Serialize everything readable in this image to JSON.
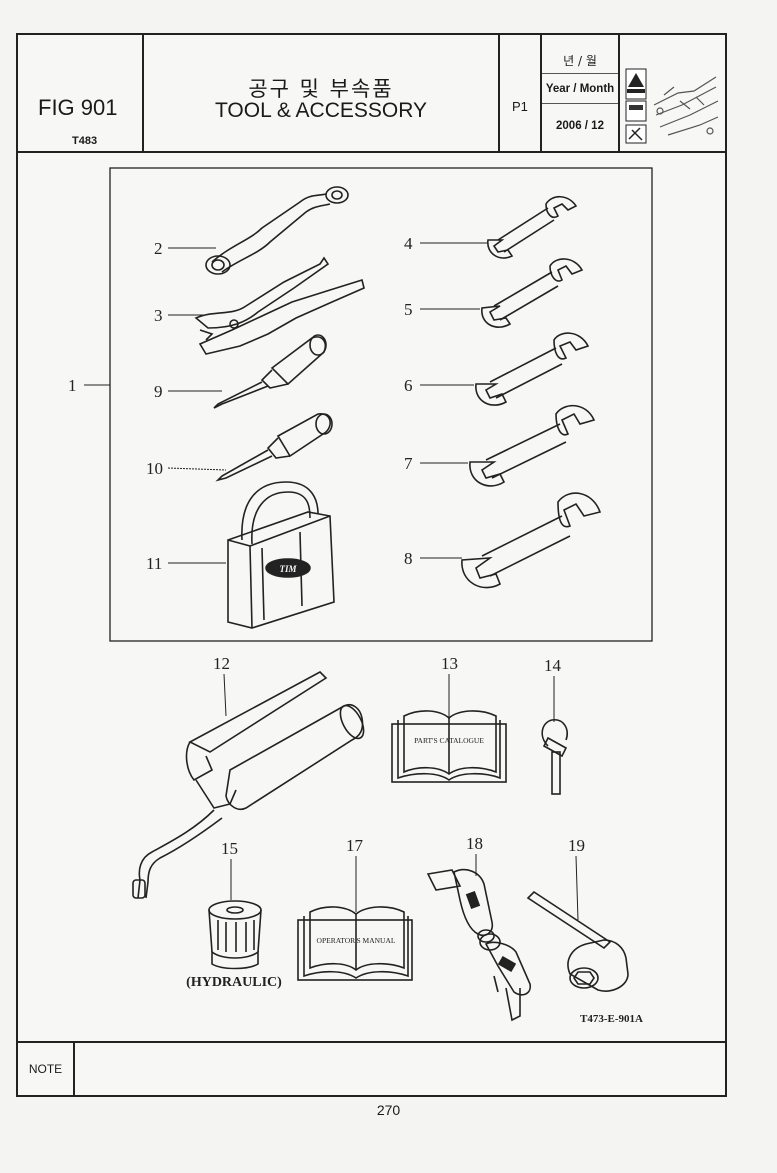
{
  "header": {
    "fig_label": "FIG 901",
    "model_code": "T483",
    "title_ko": "공구 및 부속품",
    "title_en": "TOOL & ACCESSORY",
    "page": "P1",
    "date_label_ko": "년 / 월",
    "date_label_en": "Year / Month",
    "date_value": "2006 / 12"
  },
  "callouts": [
    "1",
    "2",
    "3",
    "4",
    "5",
    "6",
    "7",
    "8",
    "9",
    "10",
    "11",
    "12",
    "13",
    "14",
    "15",
    "17",
    "18",
    "19"
  ],
  "item_labels": {
    "catalogue_cover": "PART'S CATALOGUE",
    "manual_cover": "OPERATOR'S MANUAL",
    "filter_caption": "(HYDRAULIC)",
    "bag_logo": "TIM"
  },
  "drawing_code": "T473-E-901A",
  "note_label": "NOTE",
  "page_number": "270",
  "icons": [
    "warning-triangle-icon",
    "manual-book-icon",
    "tool-illustration-thumbnail"
  ]
}
